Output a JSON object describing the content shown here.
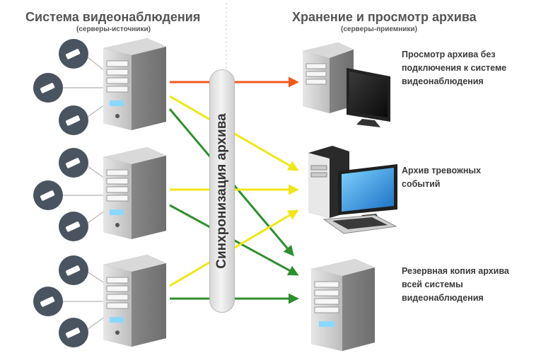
{
  "left_header": {
    "title": "Система видеонаблюдения",
    "subtitle": "(серверы-источники)"
  },
  "right_header": {
    "title": "Хранение и просмотр архива",
    "subtitle": "(серверы-приемники)"
  },
  "sync_label": "Синхронизация архива",
  "destinations": [
    {
      "lines": [
        "Просмотр архива без",
        "подключения к системе",
        "видеонаблюдения"
      ]
    },
    {
      "lines": [
        "Архив тревожных",
        "событий"
      ]
    },
    {
      "lines": [
        "Резервная копия  архива",
        "всей системы",
        "видеонаблюдения"
      ]
    }
  ],
  "colors": {
    "orange": "#f05a1c",
    "yellow": "#f0e61a",
    "green": "#2f8f2f",
    "camera_circle": "#4a5460",
    "text": "#555555"
  }
}
